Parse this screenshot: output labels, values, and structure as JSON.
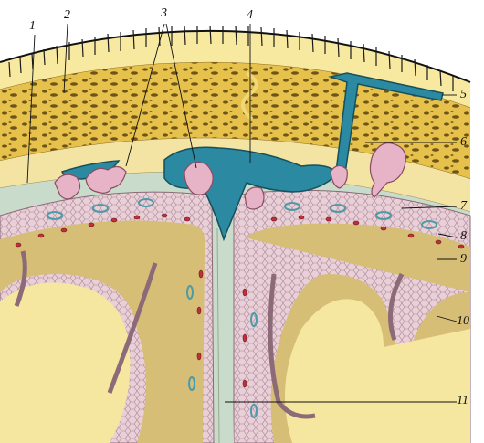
{
  "labels": {
    "l1": "1",
    "l2": "2",
    "l3": "3",
    "l4": "4",
    "l5": "5",
    "l6": "6",
    "l7": "7",
    "l8": "8",
    "l9": "9",
    "l10": "10",
    "l11": "11"
  },
  "colors": {
    "scalp": "#f7e9a0",
    "hair": "#1a1a1a",
    "bone": "#e9c84a",
    "bone_pores": "#7a5a1e",
    "dura": "#f6e6a6",
    "subarachnoid": "#c9dccb",
    "sinus_blood": "#2b8aa1",
    "granulations": "#e7b3c6",
    "pia_tissue": "#e6c9d2",
    "cortex_grey": "#d8c07a",
    "white_matter": "#f5e6a0",
    "artery": "#c0303a",
    "vein": "#4d9aa8"
  }
}
